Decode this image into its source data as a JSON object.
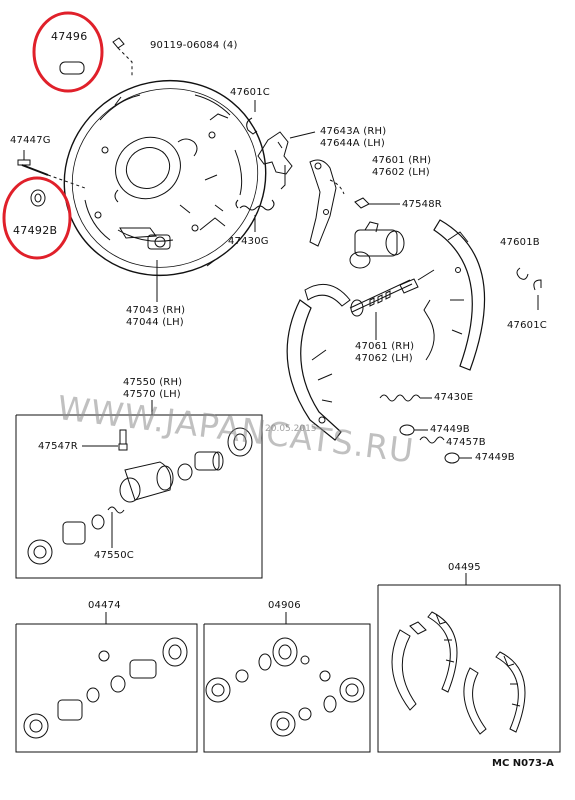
{
  "labels": {
    "p47496": "47496",
    "p90119": "90119-06084 (4)",
    "p47447G": "47447G",
    "p47492B": "47492B",
    "p47601C_top": "47601C",
    "p47643A": "47643A (RH)",
    "p47644A": "47644A (LH)",
    "p47601": "47601 (RH)",
    "p47602": "47602 (LH)",
    "p47548R": "47548R",
    "p47430G": "47430G",
    "p47601B": "47601B",
    "p47601C_right": "47601C",
    "p47043": "47043 (RH)",
    "p47044": "47044 (LH)",
    "p47061": "47061 (RH)",
    "p47062": "47062 (LH)",
    "p47550": "47550 (RH)",
    "p47570": "47570 (LH)",
    "p47430E": "47430E",
    "p47547R": "47547R",
    "p47449B_a": "47449B",
    "p47457B": "47457B",
    "p47449B_b": "47449B",
    "p47550C": "47550C",
    "p04495": "04495",
    "p04474": "04474",
    "p04906": "04906"
  },
  "watermark": {
    "text": "WWW.JAPANCATS.RU",
    "date": "20.05.2015"
  },
  "footer_code": "MC N073-A",
  "colors": {
    "line": "#111111",
    "highlight": "#e0202a",
    "watermark": "#8c8c8c"
  }
}
